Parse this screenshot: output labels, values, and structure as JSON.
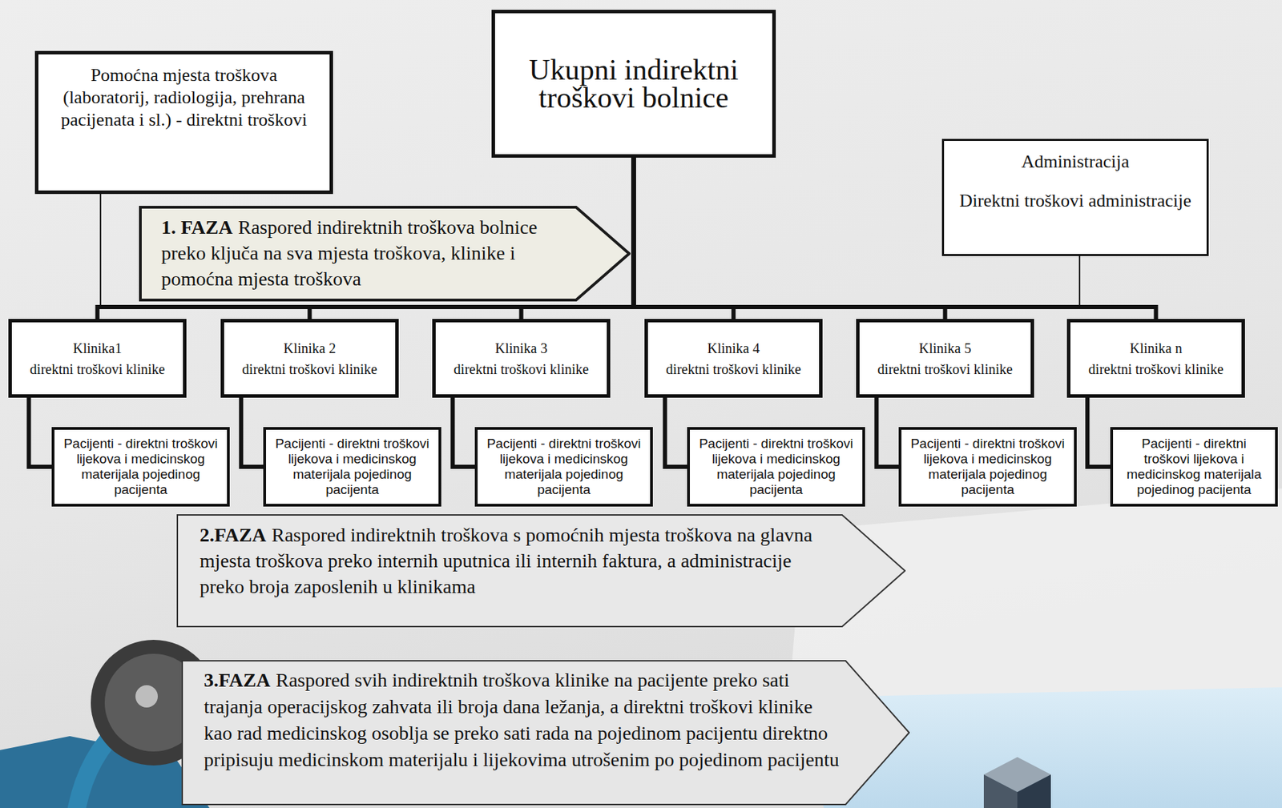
{
  "diagram": {
    "nodes": [
      {
        "text": [
          "Pomoćna mjesta troškova (laboratorij, radiologija, prehrana pacijenata i sl.) - direktni troškovi"
        ]
      },
      {
        "text": [
          "Ukupni indirektni troškovi bolnice"
        ]
      },
      {
        "text": [
          "Administracija",
          "Direktni troškovi administracije"
        ]
      },
      {
        "text": [
          "1. FAZA",
          "Raspored indirektnih troškova bolnice preko ključa na sva mjesta troškova, klinike i pomoćna mjesta troškova"
        ]
      },
      {
        "text": [
          "Klinika1",
          "direktni troškovi klinike"
        ]
      },
      {
        "text": [
          "Klinika 2",
          "direktni troškovi klinike"
        ]
      },
      {
        "text": [
          "Klinika 3",
          "direktni troškovi klinike"
        ]
      },
      {
        "text": [
          "Klinika 4",
          "direktni troškovi klinike"
        ]
      },
      {
        "text": [
          "Klinika 5",
          "direktni troškovi klinike"
        ]
      },
      {
        "text": [
          "Klinika n",
          "direktni troškovi klinike"
        ]
      },
      {
        "text": [
          "Pacijenti - direktni troškovi lijekova i medicinskog materijala pojedinog pacijenta"
        ]
      },
      {
        "text": [
          "Pacijenti - direktni troškovi lijekova i medicinskog materijala pojedinog pacijenta"
        ]
      },
      {
        "text": [
          "Pacijenti - direktni troškovi lijekova i medicinskog materijala pojedinog pacijenta"
        ]
      },
      {
        "text": [
          "Pacijenti - direktni troškovi lijekova i medicinskog materijala pojedinog pacijenta"
        ]
      },
      {
        "text": [
          "Pacijenti - direktni troškovi lijekova i medicinskog materijala pojedinog pacijenta"
        ]
      },
      {
        "text": [
          "Pacijenti - direktni troškovi lijekova i medicinskog materijala pojedinog pacijenta"
        ]
      },
      {
        "text": [
          "2.FAZA",
          "Raspored indirektnih troškova s pomoćnih mjesta troškova na glavna mjesta troškova preko internih uputnica ili internih faktura, a administracije preko broja zaposlenih u klinikama"
        ]
      },
      {
        "text": [
          "3.FAZA",
          "Raspored svih indirektnih troškova klinike na pacijente preko sati trajanja operacijskog zahvata ili broja dana ležanja, a direktni troškovi klinike kao rad medicinskog osoblja se preko sati rada na pojedinom pacijentu direktno pripisuju medicinskom materijalu i lijekovima utrošenim po pojedinom pacijentu"
        ]
      }
    ],
    "edges": [
      {
        "from": 1,
        "to": 4,
        "arrow": "none"
      },
      {
        "from": 1,
        "to": 5,
        "arrow": "none"
      },
      {
        "from": 1,
        "to": 6,
        "arrow": "none"
      },
      {
        "from": 1,
        "to": 7,
        "arrow": "none"
      },
      {
        "from": 1,
        "to": 8,
        "arrow": "none"
      },
      {
        "from": 1,
        "to": 9,
        "arrow": "none"
      },
      {
        "from": 1,
        "to": 0,
        "arrow": "none"
      },
      {
        "from": 1,
        "to": 2,
        "arrow": "none"
      },
      {
        "from": 4,
        "to": 10,
        "arrow": "none"
      },
      {
        "from": 5,
        "to": 11,
        "arrow": "none"
      },
      {
        "from": 6,
        "to": 12,
        "arrow": "none"
      },
      {
        "from": 7,
        "to": 13,
        "arrow": "none"
      },
      {
        "from": 8,
        "to": 14,
        "arrow": "none"
      },
      {
        "from": 9,
        "to": 15,
        "arrow": "none"
      }
    ]
  }
}
